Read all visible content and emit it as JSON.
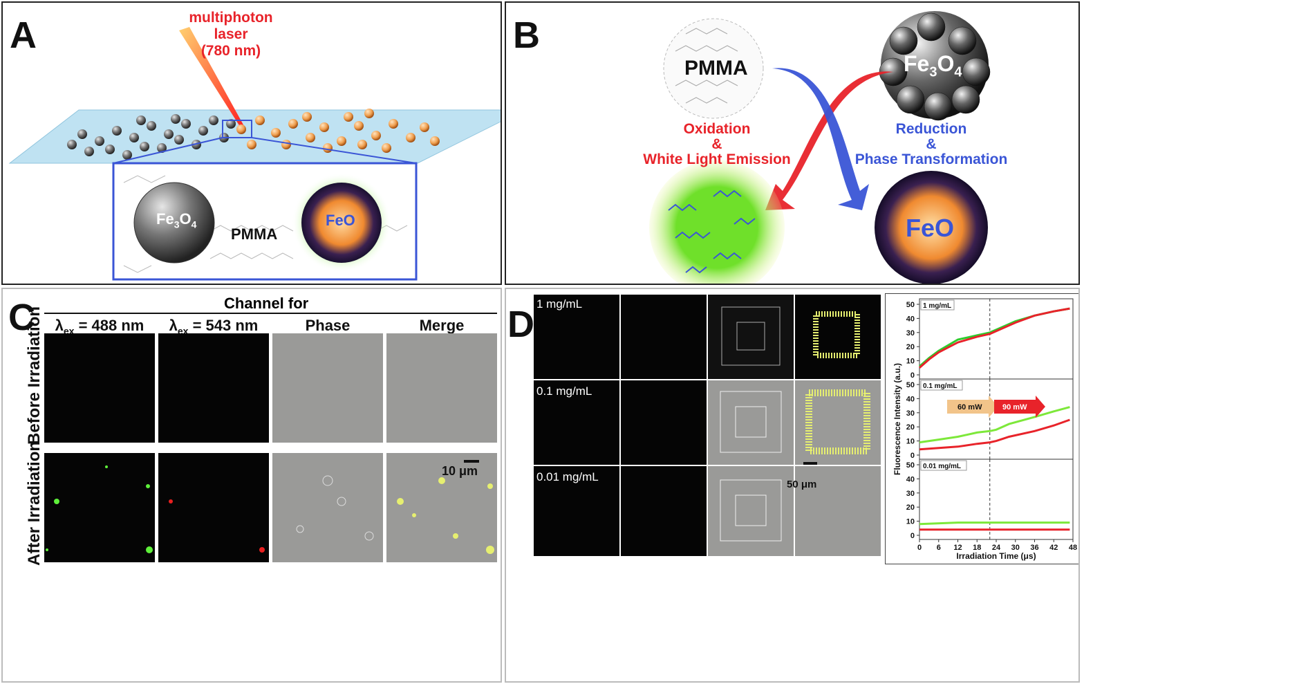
{
  "panelA": {
    "label": "A",
    "laser_line1": "multiphoton laser",
    "laser_line2": "(780 nm)",
    "inset_fe3o4": "Fe",
    "inset_fe3o4_sub1": "3",
    "inset_fe3o4_o": "O",
    "inset_fe3o4_sub2": "4",
    "inset_pmma": "PMMA",
    "inset_feo": "FeO"
  },
  "panelB": {
    "label": "B",
    "pmma": "PMMA",
    "fe3o4": "Fe",
    "fe3o4_sub1": "3",
    "fe3o4_o": "O",
    "fe3o4_sub2": "4",
    "ox_line1": "Oxidation",
    "ox_line2": "&",
    "ox_line3": "White Light Emission",
    "red_line1": "Reduction",
    "red_line2": "&",
    "red_line3": "Phase Transformation",
    "feo": "FeO",
    "colors": {
      "red": "#e8232a",
      "blue": "#3a55d6",
      "green": "#7de83a"
    }
  },
  "panelC": {
    "label": "C",
    "header": "Channel for",
    "columns": [
      "λex = 488 nm",
      "λex = 543 nm",
      "Phase",
      "Merge"
    ],
    "col1_lambda": "λ",
    "col1_sub": "ex",
    "col1_rest": " = 488 nm",
    "col2_lambda": "λ",
    "col2_sub": "ex",
    "col2_rest": " = 543 nm",
    "col3": "Phase",
    "col4": "Merge",
    "row1": "Before Irradiation",
    "row2": "After Irradiation",
    "scalebar": "10 μm"
  },
  "panelD": {
    "label": "D",
    "conc": [
      "1 mg/mL",
      "0.1 mg/mL",
      "0.01 mg/mL"
    ],
    "scalebar": "50 μm",
    "arrow1": "60 mW",
    "arrow2": "90 mW"
  },
  "chart_data": [
    {
      "type": "line",
      "title": "1 mg/mL",
      "xlabel": "Irradiation Time (μs)",
      "ylabel": "Fluorescence Intensity (a.u.)",
      "xlim": [
        0,
        48
      ],
      "ylim": [
        0,
        50
      ],
      "xticks": [
        0,
        6,
        12,
        18,
        24,
        30,
        36,
        42,
        48
      ],
      "yticks": [
        0,
        10,
        20,
        30,
        40,
        50
      ],
      "series": [
        {
          "color": "#2ecc2e",
          "x": [
            0,
            3,
            6,
            12,
            18,
            22,
            24,
            30,
            36,
            42,
            47
          ],
          "y": [
            6,
            12,
            17,
            25,
            28,
            30,
            32,
            38,
            42,
            45,
            47
          ]
        },
        {
          "color": "#e8232a",
          "x": [
            0,
            3,
            6,
            12,
            18,
            22,
            24,
            30,
            36,
            42,
            47
          ],
          "y": [
            5,
            11,
            16,
            23,
            27,
            29,
            31,
            37,
            42,
            45,
            47
          ]
        }
      ],
      "vline": 22
    },
    {
      "type": "line",
      "title": "0.1 mg/mL",
      "ylim": [
        0,
        50
      ],
      "xlim": [
        0,
        48
      ],
      "yticks": [
        0,
        10,
        20,
        30,
        40,
        50
      ],
      "series": [
        {
          "color": "#7de83a",
          "x": [
            0,
            6,
            12,
            18,
            22,
            24,
            28,
            36,
            42,
            47
          ],
          "y": [
            9,
            11,
            13,
            16,
            17,
            18,
            22,
            27,
            31,
            34
          ]
        },
        {
          "color": "#e8232a",
          "x": [
            0,
            6,
            12,
            18,
            22,
            24,
            28,
            36,
            42,
            47
          ],
          "y": [
            4,
            5,
            6,
            8,
            9,
            10,
            13,
            17,
            21,
            25
          ]
        }
      ],
      "vline": 22
    },
    {
      "type": "line",
      "title": "0.01 mg/mL",
      "ylim": [
        0,
        50
      ],
      "xlim": [
        0,
        48
      ],
      "yticks": [
        0,
        10,
        20,
        30,
        40,
        50
      ],
      "series": [
        {
          "color": "#7de83a",
          "x": [
            0,
            12,
            24,
            36,
            47
          ],
          "y": [
            8,
            9,
            9,
            9,
            9
          ]
        },
        {
          "color": "#e8232a",
          "x": [
            0,
            12,
            24,
            36,
            47
          ],
          "y": [
            4,
            4,
            4,
            4,
            4
          ]
        }
      ],
      "vline": 22
    }
  ]
}
